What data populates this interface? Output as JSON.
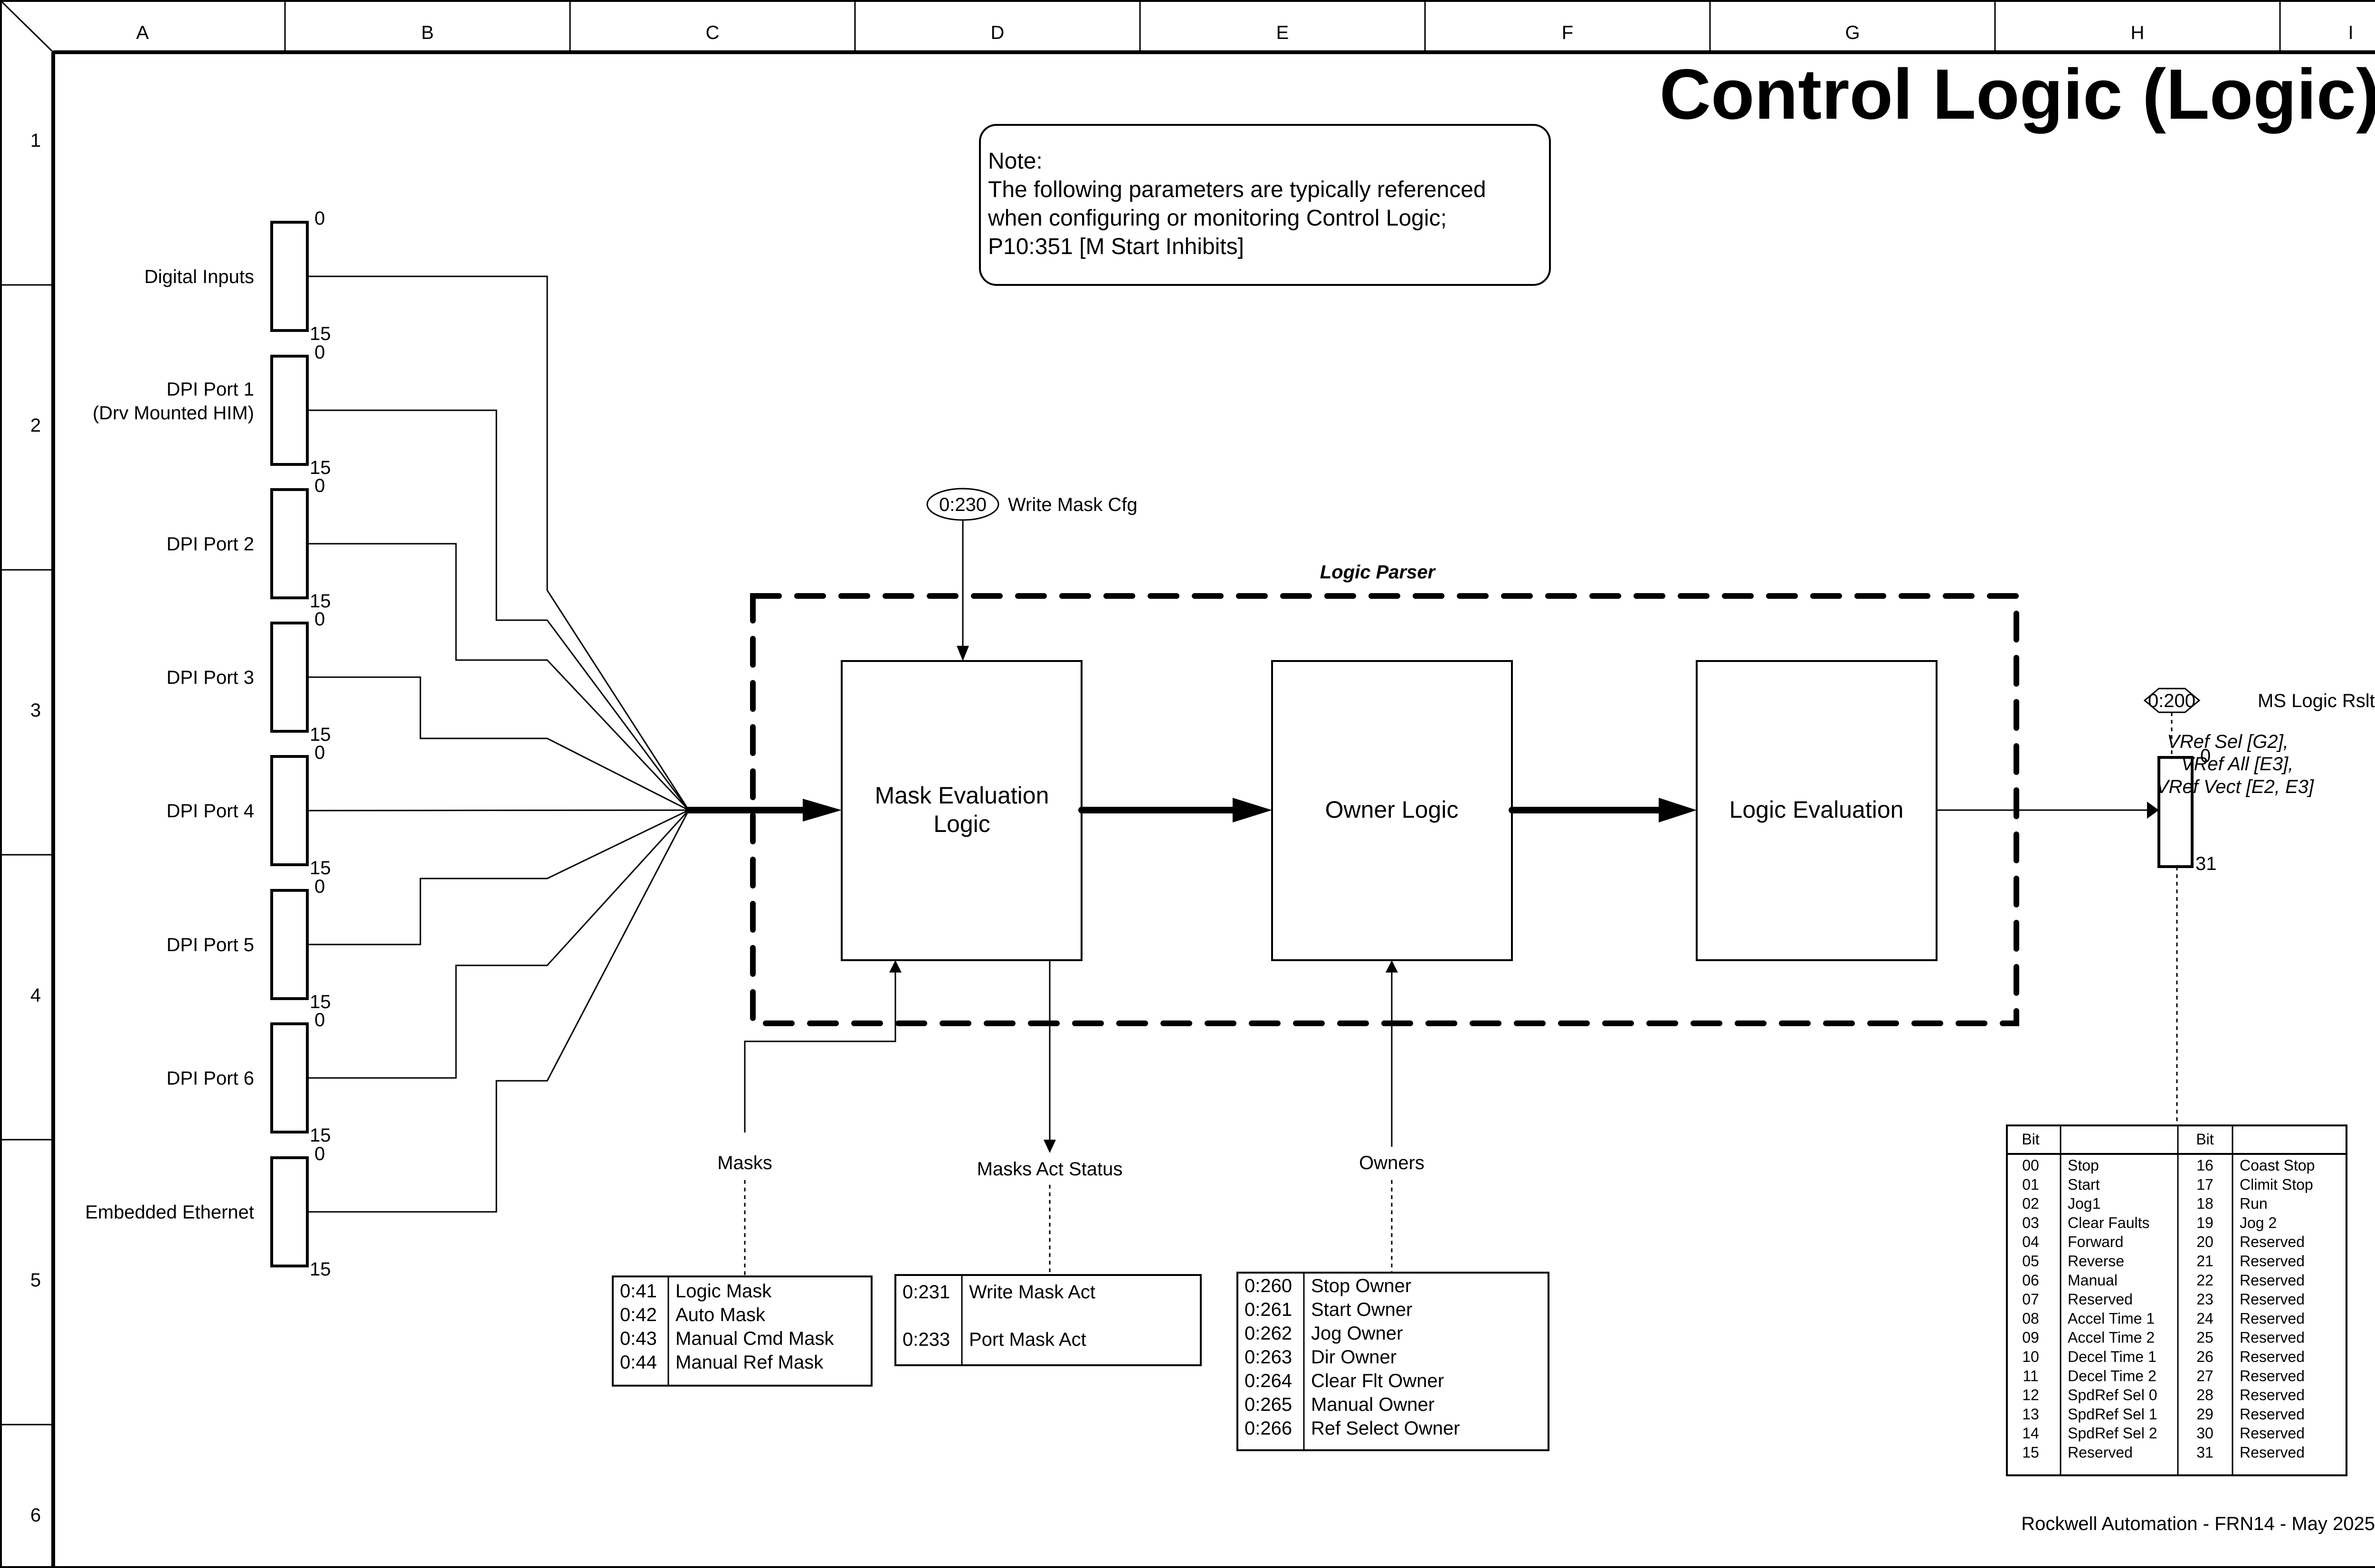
{
  "frame": {
    "columns": [
      "A",
      "B",
      "C",
      "D",
      "E",
      "F",
      "G",
      "H",
      "I"
    ],
    "rows": [
      "1",
      "2",
      "3",
      "4",
      "5",
      "6"
    ]
  },
  "title": "Control Logic (Logic)",
  "note": {
    "lines": [
      "Note:",
      "The following parameters are typically referenced",
      "when configuring or monitoring Control Logic;",
      "P10:351 [M Start Inhibits]"
    ]
  },
  "sources": [
    {
      "label_lines": [
        "Digital Inputs"
      ],
      "bit_low": "0",
      "bit_high": "15"
    },
    {
      "label_lines": [
        "DPI Port 1",
        "(Drv Mounted HIM)"
      ],
      "bit_low": "0",
      "bit_high": "15"
    },
    {
      "label_lines": [
        "DPI Port 2"
      ],
      "bit_low": "0",
      "bit_high": "15"
    },
    {
      "label_lines": [
        "DPI Port 3"
      ],
      "bit_low": "0",
      "bit_high": "15"
    },
    {
      "label_lines": [
        "DPI Port 4"
      ],
      "bit_low": "0",
      "bit_high": "15"
    },
    {
      "label_lines": [
        "DPI Port 5"
      ],
      "bit_low": "0",
      "bit_high": "15"
    },
    {
      "label_lines": [
        "DPI Port 6"
      ],
      "bit_low": "0",
      "bit_high": "15"
    },
    {
      "label_lines": [
        "Embedded Ethernet"
      ],
      "bit_low": "0",
      "bit_high": "15"
    }
  ],
  "write_mask_cfg": {
    "param": "0:230",
    "label": "Write Mask Cfg"
  },
  "logic_parser": {
    "label": "Logic Parser"
  },
  "blocks": {
    "mask_eval": [
      "Mask Evaluation",
      "Logic"
    ],
    "owner_logic": [
      "Owner Logic"
    ],
    "logic_eval": [
      "Logic Evaluation"
    ]
  },
  "output": {
    "param": "0:200",
    "label": "MS Logic Rslt",
    "bit_low": "0",
    "bit_high": "31",
    "refs": [
      "VRef Sel [G2],",
      "VRef All [E3],",
      "VRef Vect [E2, E3]"
    ]
  },
  "masks": {
    "label": "Masks",
    "rows": [
      {
        "param": "0:41",
        "name": "Logic Mask"
      },
      {
        "param": "0:42",
        "name": "Auto Mask"
      },
      {
        "param": "0:43",
        "name": "Manual Cmd Mask"
      },
      {
        "param": "0:44",
        "name": "Manual Ref Mask"
      }
    ]
  },
  "masks_act_status": {
    "label": "Masks Act Status",
    "rows": [
      {
        "param": "0:231",
        "name": "Write Mask Act"
      },
      {
        "param": "0:233",
        "name": "Port Mask Act"
      }
    ]
  },
  "owners": {
    "label": "Owners",
    "rows": [
      {
        "param": "0:260",
        "name": "Stop Owner"
      },
      {
        "param": "0:261",
        "name": "Start Owner"
      },
      {
        "param": "0:262",
        "name": "Jog Owner"
      },
      {
        "param": "0:263",
        "name": "Dir Owner"
      },
      {
        "param": "0:264",
        "name": "Clear Flt Owner"
      },
      {
        "param": "0:265",
        "name": "Manual Owner"
      },
      {
        "param": "0:266",
        "name": "Ref Select Owner"
      }
    ]
  },
  "bit_table": {
    "header_bit": "Bit",
    "header_desc": "",
    "left": [
      {
        "bit": "00",
        "name": "Stop"
      },
      {
        "bit": "01",
        "name": "Start"
      },
      {
        "bit": "02",
        "name": "Jog1"
      },
      {
        "bit": "03",
        "name": "Clear Faults"
      },
      {
        "bit": "04",
        "name": "Forward"
      },
      {
        "bit": "05",
        "name": "Reverse"
      },
      {
        "bit": "06",
        "name": "Manual"
      },
      {
        "bit": "07",
        "name": "Reserved"
      },
      {
        "bit": "08",
        "name": "Accel Time 1"
      },
      {
        "bit": "09",
        "name": "Accel Time 2"
      },
      {
        "bit": "10",
        "name": "Decel Time 1"
      },
      {
        "bit": "11",
        "name": "Decel Time 2"
      },
      {
        "bit": "12",
        "name": "SpdRef Sel 0"
      },
      {
        "bit": "13",
        "name": "SpdRef Sel 1"
      },
      {
        "bit": "14",
        "name": "SpdRef Sel 2"
      },
      {
        "bit": "15",
        "name": "Reserved"
      }
    ],
    "right": [
      {
        "bit": "16",
        "name": "Coast Stop"
      },
      {
        "bit": "17",
        "name": "Climit Stop"
      },
      {
        "bit": "18",
        "name": "Run"
      },
      {
        "bit": "19",
        "name": "Jog 2"
      },
      {
        "bit": "20",
        "name": "Reserved"
      },
      {
        "bit": "21",
        "name": "Reserved"
      },
      {
        "bit": "22",
        "name": "Reserved"
      },
      {
        "bit": "23",
        "name": "Reserved"
      },
      {
        "bit": "24",
        "name": "Reserved"
      },
      {
        "bit": "25",
        "name": "Reserved"
      },
      {
        "bit": "26",
        "name": "Reserved"
      },
      {
        "bit": "27",
        "name": "Reserved"
      },
      {
        "bit": "28",
        "name": "Reserved"
      },
      {
        "bit": "29",
        "name": "Reserved"
      },
      {
        "bit": "30",
        "name": "Reserved"
      },
      {
        "bit": "31",
        "name": "Reserved"
      }
    ]
  },
  "footer": "Rockwell Automation - FRN14 - May 2025"
}
